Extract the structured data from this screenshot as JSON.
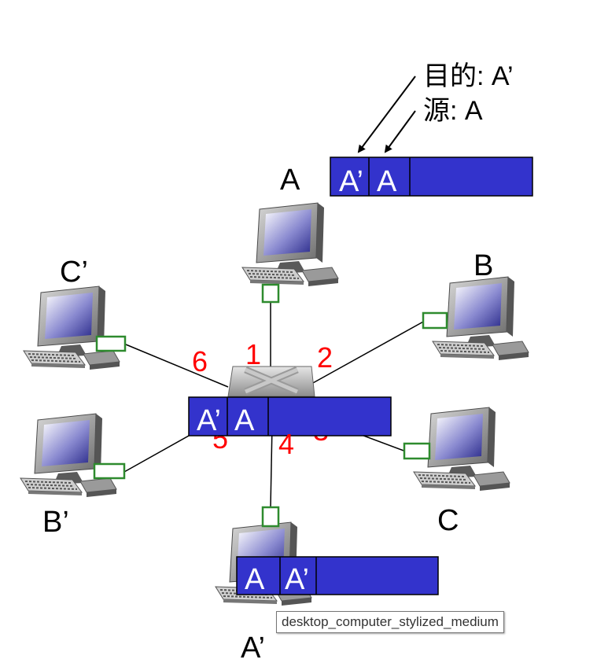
{
  "annotations": {
    "dest_label": "目的: A’",
    "src_label": "源: A"
  },
  "hosts": {
    "A": "A",
    "B": "B",
    "C": "C",
    "A_prime": "A’",
    "B_prime": "B’",
    "C_prime": "C’"
  },
  "ports": [
    "1",
    "2",
    "3",
    "4",
    "5",
    "6"
  ],
  "frames": {
    "top": {
      "dest": "A’",
      "src": "A"
    },
    "switch": {
      "dest": "A’",
      "src": "A"
    },
    "bottom": {
      "dest": "A",
      "src": "A’"
    }
  },
  "tooltip": "desktop_computer_stylized_medium",
  "colors": {
    "frame": "#3333cc",
    "port": "#ff0000",
    "nic": "#2e8b2e"
  }
}
